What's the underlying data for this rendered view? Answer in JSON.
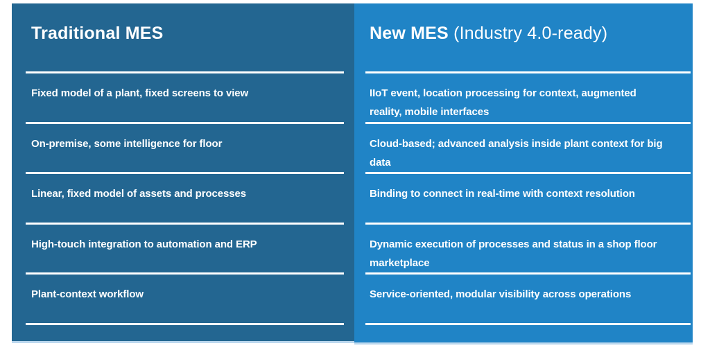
{
  "colors": {
    "traditional_bg": "#236691",
    "new_bg": "#2084C6",
    "divider": "#FFFFFF",
    "text": "#FFFFFF",
    "page_bg": "#FFFFFF",
    "bottom_edge": "#BCD8EE"
  },
  "table": {
    "columns": [
      {
        "header_title": "Traditional MES",
        "header_subtitle": "",
        "rows": [
          "Fixed model of a plant, fixed screens to view",
          "On-premise, some intelligence for floor",
          "Linear, fixed model of assets and processes",
          "High-touch integration to automation and ERP",
          "Plant-context workflow"
        ]
      },
      {
        "header_title": "New MES",
        "header_subtitle": "(Industry 4.0-ready)",
        "rows": [
          "IIoT event, location processing for context, augmented reality, mobile interfaces",
          "Cloud-based; advanced analysis inside plant context for big data",
          "Binding to connect in real-time with context resolution",
          "Dynamic execution of processes and status in a shop floor marketplace",
          "Service-oriented, modular visibility across operations"
        ]
      }
    ]
  }
}
